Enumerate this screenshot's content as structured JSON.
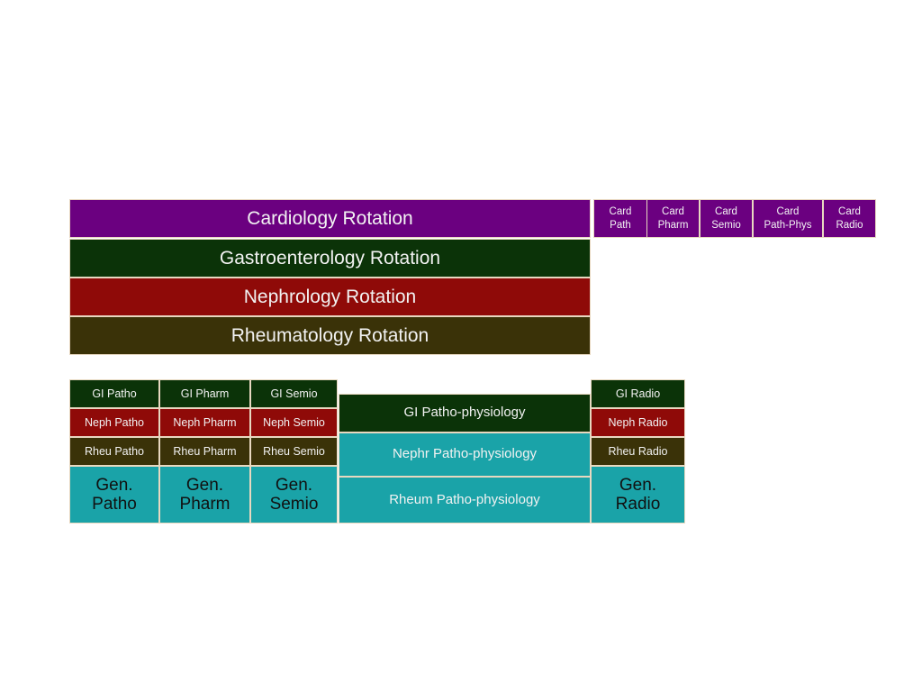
{
  "palette": {
    "purple": "#6B0080",
    "green": "#0B3308",
    "red": "#8F0A08",
    "olive": "#3A3208",
    "teal": "#1AA3A8",
    "border_light": "#E8D8C0",
    "text_light": "#F2F2F2",
    "text_dark": "#111111",
    "background": "#FFFFFF"
  },
  "rotation_bars": [
    {
      "label": "Cardiology Rotation",
      "color": "#6B0080"
    },
    {
      "label": "Gastroenterology Rotation",
      "color": "#0B3308"
    },
    {
      "label": "Nephrology Rotation",
      "color": "#8F0A08"
    },
    {
      "label": "Rheumatology Rotation",
      "color": "#3A3208"
    }
  ],
  "cardiology_cards": [
    {
      "label": "Card\nPath"
    },
    {
      "label": "Card\nPharm"
    },
    {
      "label": "Card\nSemio"
    },
    {
      "label": "Card\nPath-Phys"
    },
    {
      "label": "Card\nRadio"
    }
  ],
  "grid_rows": [
    {
      "key": "gi",
      "color": "#0B3308",
      "cells": [
        {
          "label": "GI Patho"
        },
        {
          "label": "GI Pharm"
        },
        {
          "label": "GI Semio"
        }
      ],
      "pathophysiology": {
        "label": "GI Patho-physiology"
      },
      "radio": {
        "label": "GI Radio"
      }
    },
    {
      "key": "neph",
      "color": "#8F0A08",
      "cells": [
        {
          "label": "Neph Patho"
        },
        {
          "label": "Neph Pharm"
        },
        {
          "label": "Neph Semio"
        }
      ],
      "pathophysiology": {
        "label": "Nephr Patho-physiology"
      },
      "radio": {
        "label": "Neph Radio"
      }
    },
    {
      "key": "rheu",
      "color": "#3A3208",
      "cells": [
        {
          "label": "Rheu Patho"
        },
        {
          "label": "Rheu Pharm"
        },
        {
          "label": "Rheu Semio"
        }
      ],
      "pathophysiology": {
        "label": "Rheum Patho-physiology"
      },
      "radio": {
        "label": "Rheu Radio"
      }
    },
    {
      "key": "gen",
      "color": "#1AA3A8",
      "cells": [
        {
          "label": "Gen.\nPatho"
        },
        {
          "label": "Gen.\nPharm"
        },
        {
          "label": "Gen.\nSemio"
        }
      ],
      "pathophysiology": null,
      "radio": {
        "label": "Gen.\nRadio"
      }
    }
  ]
}
